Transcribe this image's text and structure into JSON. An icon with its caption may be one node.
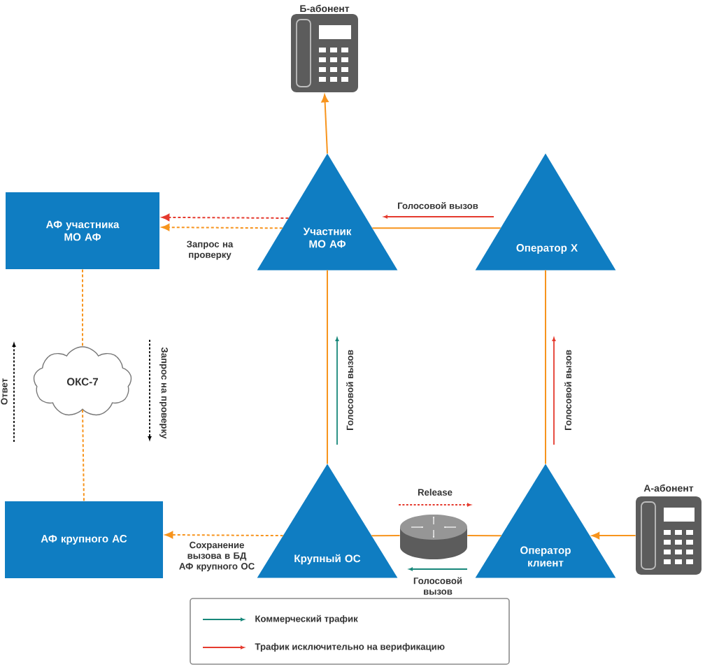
{
  "diagram": {
    "nodes": [
      {
        "text": [
          "Б-абонент"
        ]
      },
      {
        "text": [
          "АФ участника МО АФ"
        ]
      },
      {
        "text": [
          "Участник МО АФ"
        ]
      },
      {
        "text": [
          "Оператор X"
        ]
      },
      {
        "text": [
          "ОКС-7"
        ]
      },
      {
        "text": [
          "АФ крупного АС"
        ]
      },
      {
        "text": [
          "Крупный ОС"
        ]
      },
      {
        "text": [],
        "shape": "cylinder"
      },
      {
        "text": [
          "Оператор клиент"
        ]
      },
      {
        "text": [
          "А-абонент"
        ]
      }
    ],
    "edges": [
      {
        "from": 2,
        "to": 0,
        "arrow": "to"
      },
      {
        "from": 3,
        "to": 2,
        "arrow": "none"
      },
      {
        "from": 2,
        "to": 1,
        "arrow": "to",
        "style": "dashed",
        "color": "#e53a2e"
      },
      {
        "from": 2,
        "to": 1,
        "arrow": "to",
        "style": "dashed",
        "label": "Запрос на проверку"
      },
      {
        "from": 1,
        "to": 4,
        "arrow": "none",
        "style": "dashed"
      },
      {
        "from": 4,
        "to": 5,
        "arrow": "none",
        "style": "dashed"
      },
      {
        "from": 6,
        "to": 2,
        "arrow": "none"
      },
      {
        "from": 3,
        "to": 8,
        "arrow": "none"
      },
      {
        "from": 6,
        "to": 5,
        "arrow": "to",
        "style": "dashed",
        "label": "Сохранение вызова в БД АФ крупного ОС"
      },
      {
        "from": 6,
        "to": 7,
        "arrow": "none"
      },
      {
        "from": 7,
        "to": 8,
        "arrow": "none"
      },
      {
        "from": 9,
        "to": 8,
        "arrow": "to"
      }
    ],
    "labels": [
      "Голосовой вызов",
      "Ответ",
      "Запрос на проверку",
      "Голосовой вызов",
      "Голосовой вызов",
      "Release",
      "Голосовой вызов"
    ],
    "legend": [
      {
        "text": "Коммерческий трафик"
      },
      {
        "text": "Трафик исключительно на верификацию"
      }
    ]
  }
}
